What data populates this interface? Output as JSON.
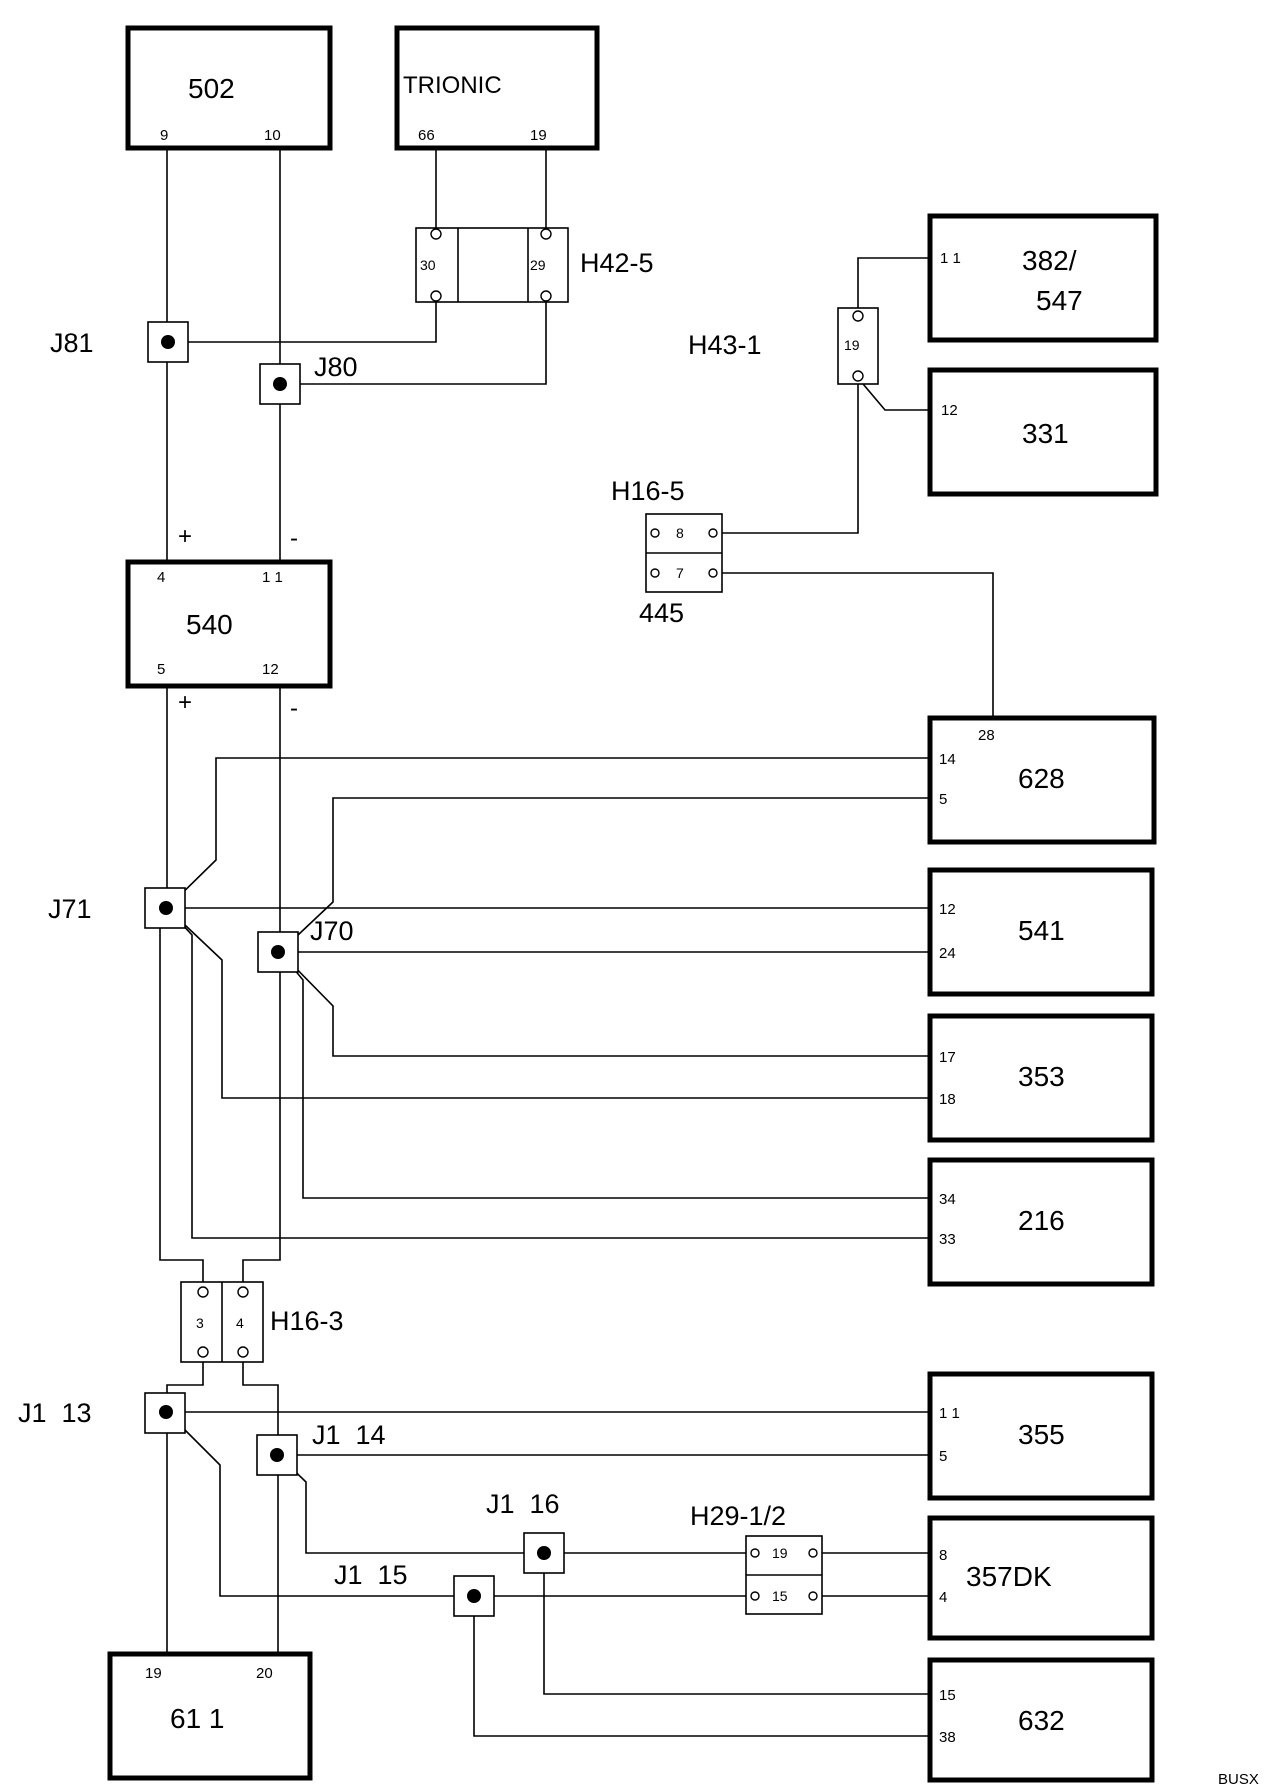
{
  "components": {
    "c502": {
      "label": "502",
      "pins": [
        "9",
        "10"
      ]
    },
    "trionic": {
      "label": "TRIONIC",
      "pins": [
        "66",
        "19"
      ]
    },
    "c382": {
      "label_line1": "382/",
      "label_line2": "547",
      "pins": [
        "1 1"
      ]
    },
    "c331": {
      "label": "331",
      "pins": [
        "12"
      ]
    },
    "c540": {
      "label": "540",
      "pins": [
        "4",
        "1 1",
        "5",
        "12"
      ]
    },
    "c628": {
      "label": "628",
      "pins": [
        "28",
        "14",
        "5"
      ]
    },
    "c541": {
      "label": "541",
      "pins": [
        "12",
        "24"
      ]
    },
    "c353": {
      "label": "353",
      "pins": [
        "17",
        "18"
      ]
    },
    "c216": {
      "label": "216",
      "pins": [
        "34",
        "33"
      ]
    },
    "c355": {
      "label": "355",
      "pins": [
        "1 1",
        "5"
      ]
    },
    "c357": {
      "label": "357DK",
      "pins": [
        "8",
        "4"
      ]
    },
    "c632": {
      "label": "632",
      "pins": [
        "15",
        "38"
      ]
    },
    "c611": {
      "label": "61  1",
      "pins": [
        "19",
        "20"
      ]
    }
  },
  "connectors": {
    "h42": {
      "label": "H42-5",
      "pins": [
        "30",
        "29"
      ]
    },
    "h43": {
      "label": "H43-1",
      "pins": [
        "19"
      ]
    },
    "h165": {
      "label": "H16-5",
      "sublabel": "445",
      "pins": [
        "8",
        "7"
      ]
    },
    "h163": {
      "label": "H16-3",
      "pins": [
        "3",
        "4"
      ]
    },
    "h29": {
      "label": "H29-1/2",
      "pins": [
        "19",
        "15"
      ]
    }
  },
  "junctions": {
    "j81": "J81",
    "j80": "J80",
    "j71": "J71",
    "j70": "J70",
    "j113": "J1  13",
    "j114": "J1  14",
    "j116": "J1  16",
    "j115": "J1  15"
  },
  "polarity": {
    "plus": "+",
    "minus": "-"
  },
  "footer": {
    "code": "BUSX"
  }
}
